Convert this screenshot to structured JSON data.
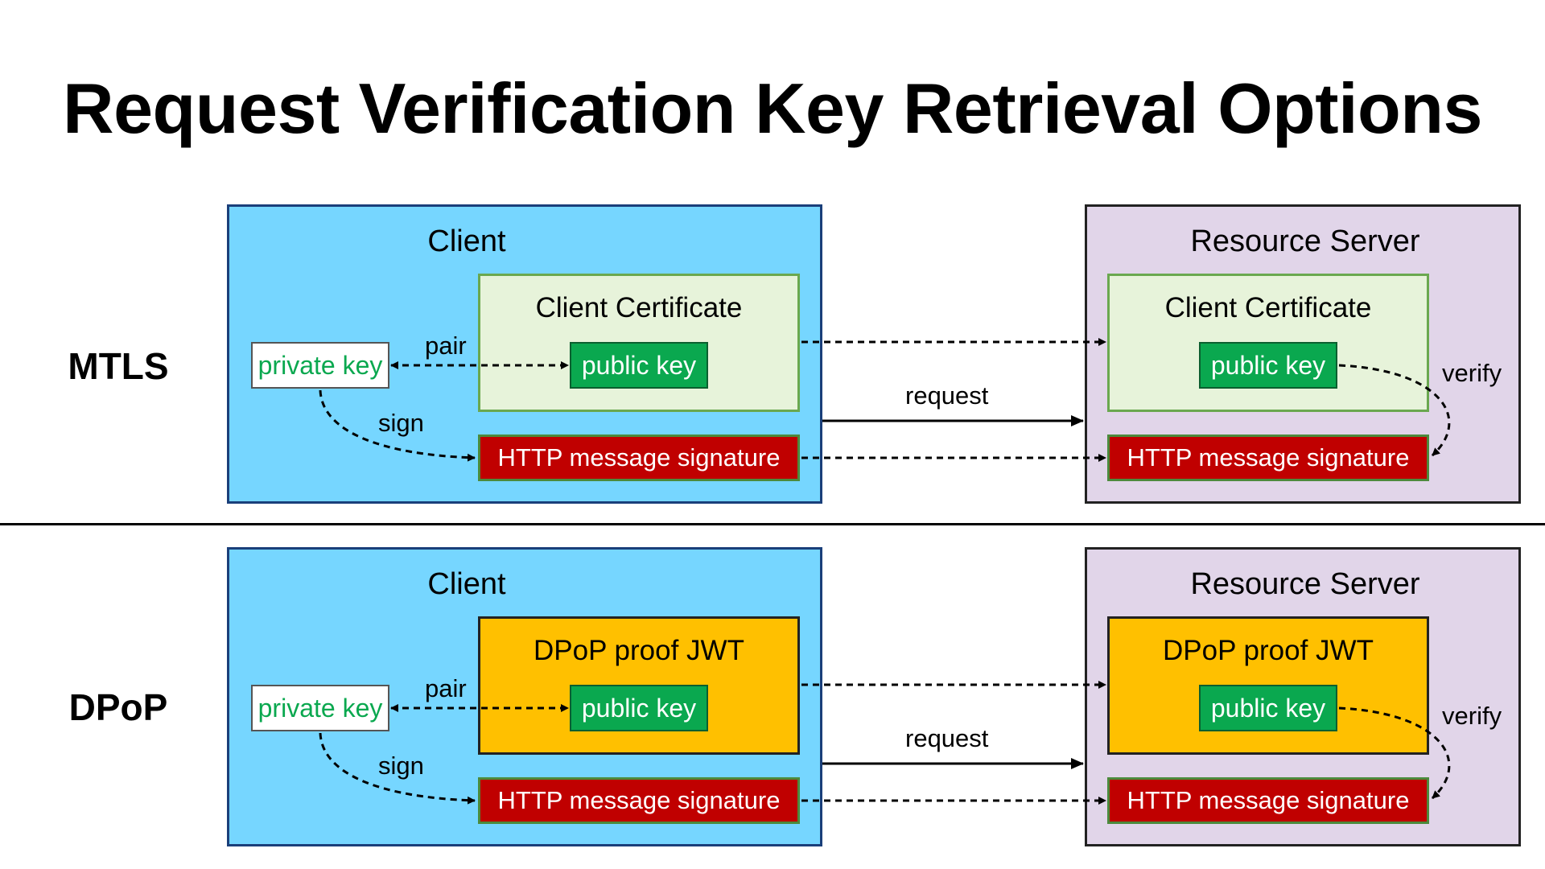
{
  "title": "Request Verification Key Retrieval Options",
  "sections": [
    {
      "label": "MTLS",
      "client": {
        "title": "Client",
        "container": "Client Certificate",
        "public_key": "public key",
        "private_key": "private key",
        "signature": "HTTP message signature"
      },
      "server": {
        "title": "Resource Server",
        "container": "Client Certificate",
        "public_key": "public key",
        "signature": "HTTP message signature"
      },
      "edges": {
        "pair": "pair",
        "sign": "sign",
        "request": "request",
        "verify": "verify"
      }
    },
    {
      "label": "DPoP",
      "client": {
        "title": "Client",
        "container": "DPoP proof JWT",
        "public_key": "public key",
        "private_key": "private key",
        "signature": "HTTP message signature"
      },
      "server": {
        "title": "Resource Server",
        "container": "DPoP proof JWT",
        "public_key": "public key",
        "signature": "HTTP message signature"
      },
      "edges": {
        "pair": "pair",
        "sign": "sign",
        "request": "request",
        "verify": "verify"
      }
    }
  ],
  "colors": {
    "client_bg": "#76d6ff",
    "server_bg": "#e1d5e9",
    "certificate_bg": "#e7f3da",
    "jwt_bg": "#ffc000",
    "key_green": "#0aa84f",
    "signature_red": "#c00000"
  }
}
